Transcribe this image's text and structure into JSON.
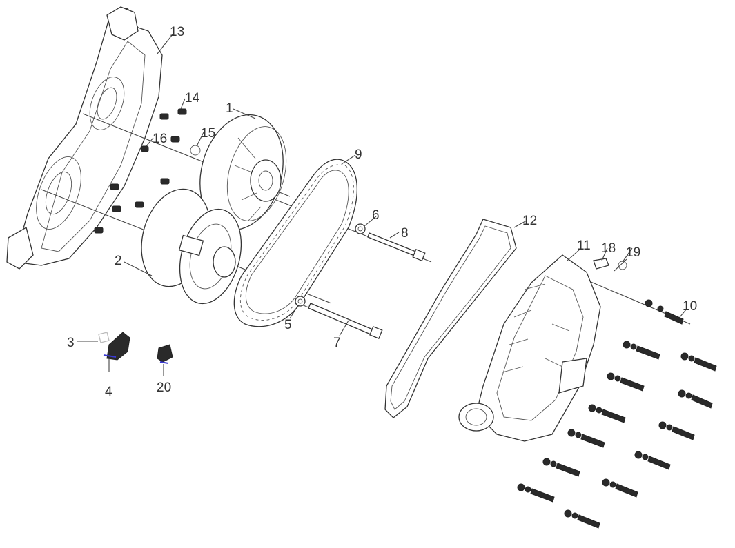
{
  "callouts": [
    {
      "num": "1"
    },
    {
      "num": "2"
    },
    {
      "num": "3"
    },
    {
      "num": "4"
    },
    {
      "num": "5"
    },
    {
      "num": "6"
    },
    {
      "num": "7"
    },
    {
      "num": "8"
    },
    {
      "num": "9"
    },
    {
      "num": "10"
    },
    {
      "num": "11"
    },
    {
      "num": "12"
    },
    {
      "num": "13"
    },
    {
      "num": "14"
    },
    {
      "num": "15"
    },
    {
      "num": "16"
    },
    {
      "num": "18"
    },
    {
      "num": "19"
    },
    {
      "num": "20"
    }
  ],
  "colors": {
    "stroke": "#333333",
    "background": "#ffffff",
    "accent": "#3a3ad0"
  }
}
